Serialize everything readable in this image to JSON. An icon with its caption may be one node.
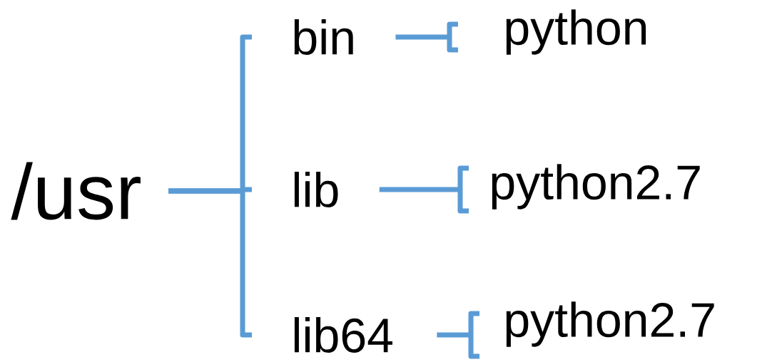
{
  "diagram": {
    "nodes": [
      {
        "text": [
          "/usr"
        ]
      },
      {
        "text": [
          "bin"
        ]
      },
      {
        "text": [
          "lib"
        ]
      },
      {
        "text": [
          "lib64"
        ]
      },
      {
        "text": [
          "python"
        ]
      },
      {
        "text": [
          "python2.7"
        ]
      },
      {
        "text": [
          "python2.7"
        ]
      }
    ],
    "edges": [
      {
        "from": 0,
        "to": 1,
        "arrow": "none"
      },
      {
        "from": 0,
        "to": 2,
        "arrow": "none"
      },
      {
        "from": 0,
        "to": 3,
        "arrow": "none"
      },
      {
        "from": 1,
        "to": 4,
        "arrow": "none"
      },
      {
        "from": 2,
        "to": 5,
        "arrow": "none"
      },
      {
        "from": 3,
        "to": 6,
        "arrow": "none"
      }
    ]
  }
}
